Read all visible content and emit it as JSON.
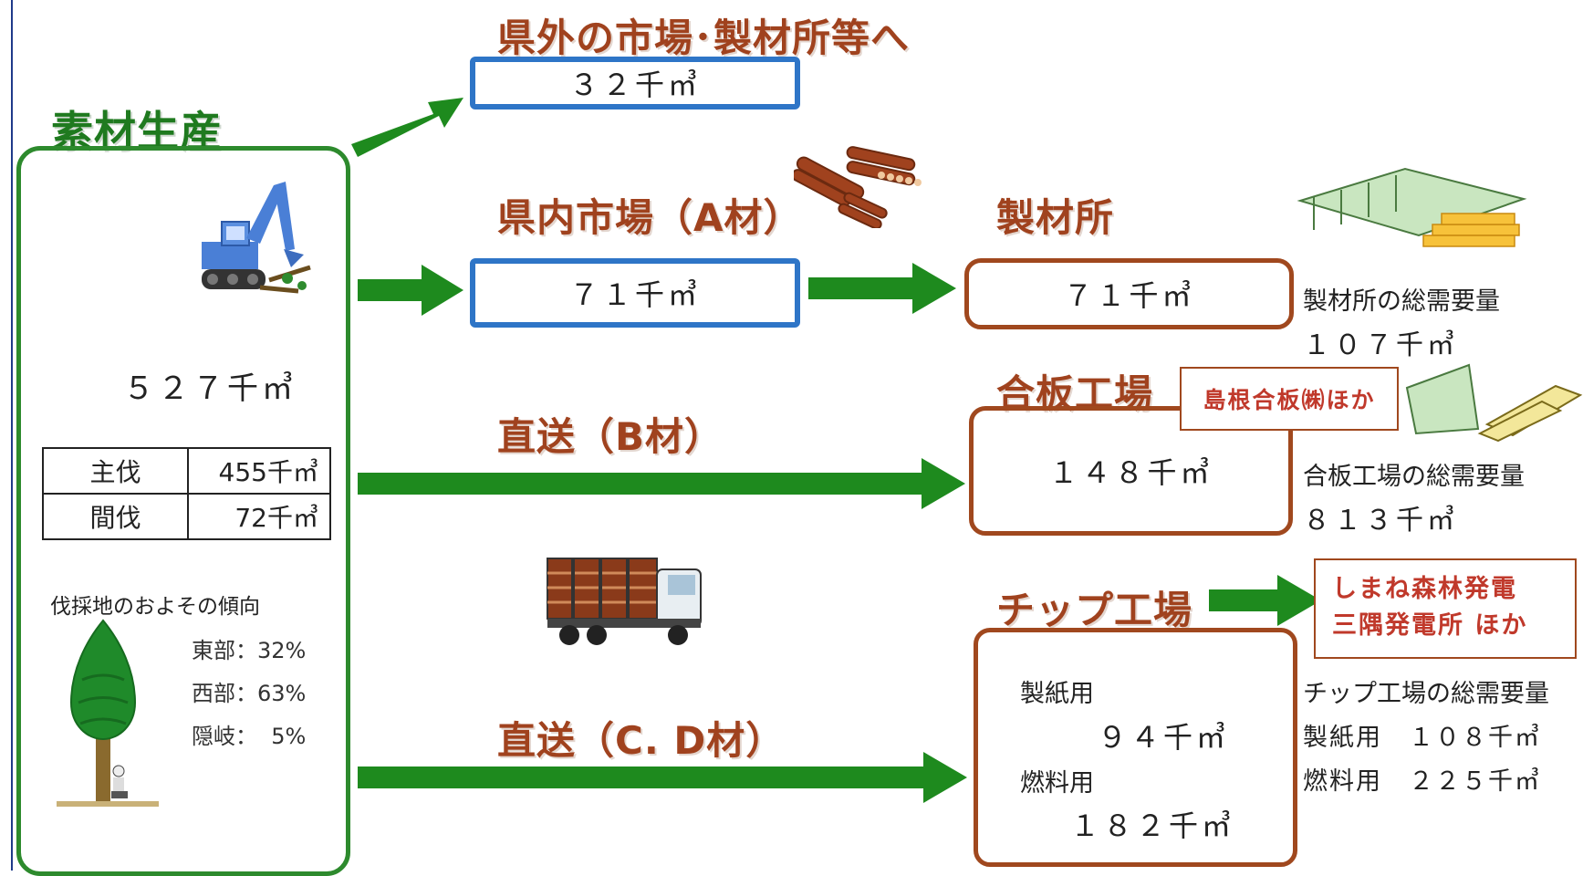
{
  "source": {
    "title": "素材生産",
    "total": "５２７千㎥",
    "breakdown": [
      {
        "label": "主伐",
        "value": "455千㎥"
      },
      {
        "label": "間伐",
        "value": "72千㎥"
      }
    ],
    "tendency_title": "伐採地のおよその傾向",
    "regions": [
      "東部：32%",
      "西部：63%",
      "隠岐：  5%"
    ]
  },
  "flows": {
    "outside": {
      "title": "県外の市場･製材所等へ",
      "value": "３２千㎥"
    },
    "market_a": {
      "title": "県内市場（A材）",
      "value": "７１千㎥"
    },
    "direct_b": {
      "title": "直送（B材）"
    },
    "direct_cd": {
      "title": "直送（C. D材）"
    }
  },
  "destinations": {
    "sawmill": {
      "title": "製材所",
      "value": "７１千㎥",
      "demand_label": "製材所の総需要量",
      "demand_value": "１０７千㎥"
    },
    "plywood": {
      "title": "合板工場",
      "tag": "島根合板㈱ほか",
      "value": "１４８千㎥",
      "demand_label": "合板工場の総需要量",
      "demand_value": "８１３千㎥"
    },
    "chip": {
      "title": "チップ工場",
      "tag_line1": "しまね森林発電",
      "tag_line2": "三隅発電所 ほか",
      "paper_label": "製紙用",
      "paper_value": "９４千㎥",
      "fuel_label": "燃料用",
      "fuel_value": "１８２千㎥",
      "demand_label": "チップ工場の総需要量",
      "demand_paper": "製紙用　１０８千㎥",
      "demand_fuel": "燃料用　２２５千㎥"
    }
  },
  "colors": {
    "arrow_green": "#1e8a1e",
    "blue_box": "#2e75c7",
    "brown_box": "#a0481e"
  }
}
